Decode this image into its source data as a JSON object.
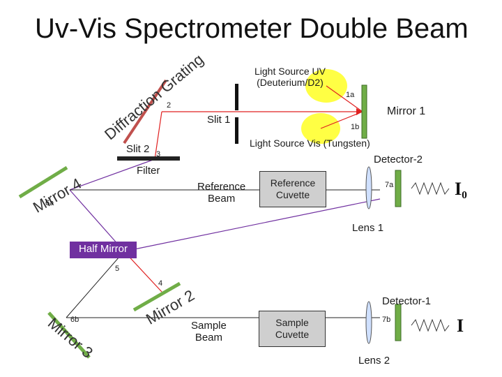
{
  "title": "Uv-Vis Spectrometer Double Beam",
  "labels": {
    "grating": "Diffraction Grating",
    "light_uv": "Light Source UV\n(Deuterium/D2)",
    "light_vis": "Light Source Vis (Tungsten)",
    "mirror1": "Mirror 1",
    "mirror2": "Mirror 2",
    "mirror3": "Mirror 3",
    "mirror4": "Mirror 4",
    "slit1": "Slit 1",
    "slit2": "Slit 2",
    "filter": "Filter",
    "half_mirror": "Half Mirror",
    "reference_beam": "Reference\nBeam",
    "reference_cuvette": "Reference\nCuvette",
    "sample_beam": "Sample\nBeam",
    "sample_cuvette": "Sample\nCuvette",
    "detector2": "Detector-2",
    "detector1": "Detector-1",
    "lens1": "Lens 1",
    "lens2": "Lens 2",
    "i0": "I₀",
    "i": "I"
  },
  "points": {
    "p1a": "1a",
    "p1b": "1b",
    "p2": "2",
    "p3": "3",
    "p4": "4",
    "p5": "5",
    "p6a": "6a",
    "p6b": "6b",
    "p7a": "7a",
    "p7b": "7b"
  },
  "colors": {
    "beam_red": "#e02020",
    "beam_purple": "#7030a0",
    "uv_lamp": "#ffff44",
    "mirror": "#70ad47",
    "mirror_edge": "#3d6b26",
    "grating": "#c0504d",
    "half_mirror_fill": "#7030a0"
  }
}
